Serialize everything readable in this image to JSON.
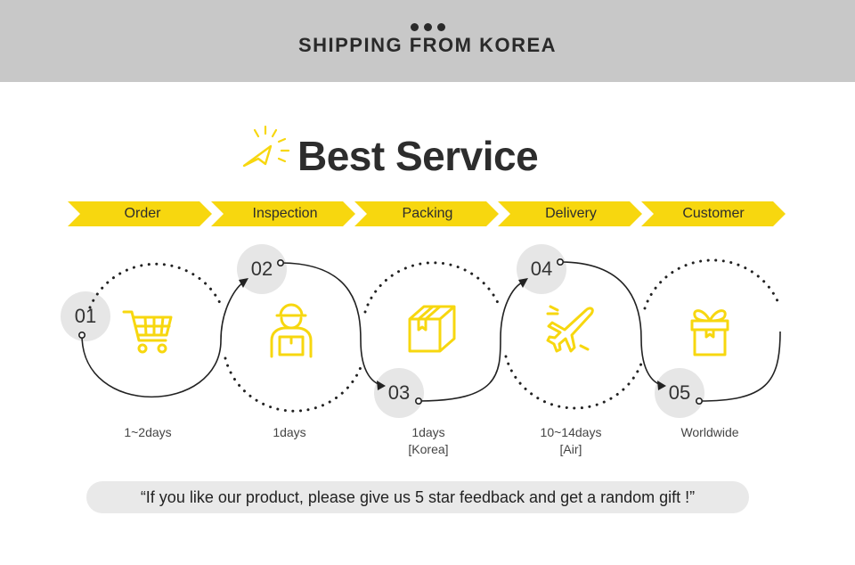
{
  "header": {
    "title": "SHIPPING FROM KOREA"
  },
  "headline": "Best Service",
  "steps": [
    {
      "number": "01",
      "label": "Order",
      "duration": "1~2days",
      "icon": "shopping-cart-icon"
    },
    {
      "number": "02",
      "label": "Inspection",
      "duration": "1days",
      "icon": "delivery-person-icon"
    },
    {
      "number": "03",
      "label": "Packing",
      "duration": "1days",
      "duration_note": "[Korea]",
      "icon": "package-box-icon"
    },
    {
      "number": "04",
      "label": "Delivery",
      "duration": "10~14days",
      "duration_note": "[Air]",
      "icon": "airplane-icon"
    },
    {
      "number": "05",
      "label": "Customer",
      "duration": "Worldwide",
      "icon": "gift-box-icon"
    }
  ],
  "banner": "“If you like our product, please give us 5 star feedback and get a random gift !”",
  "colors": {
    "accent": "#f7d70f",
    "header_bg": "#c8c8c8",
    "text": "#2d2d2d",
    "circle": "#e6e6e6"
  }
}
